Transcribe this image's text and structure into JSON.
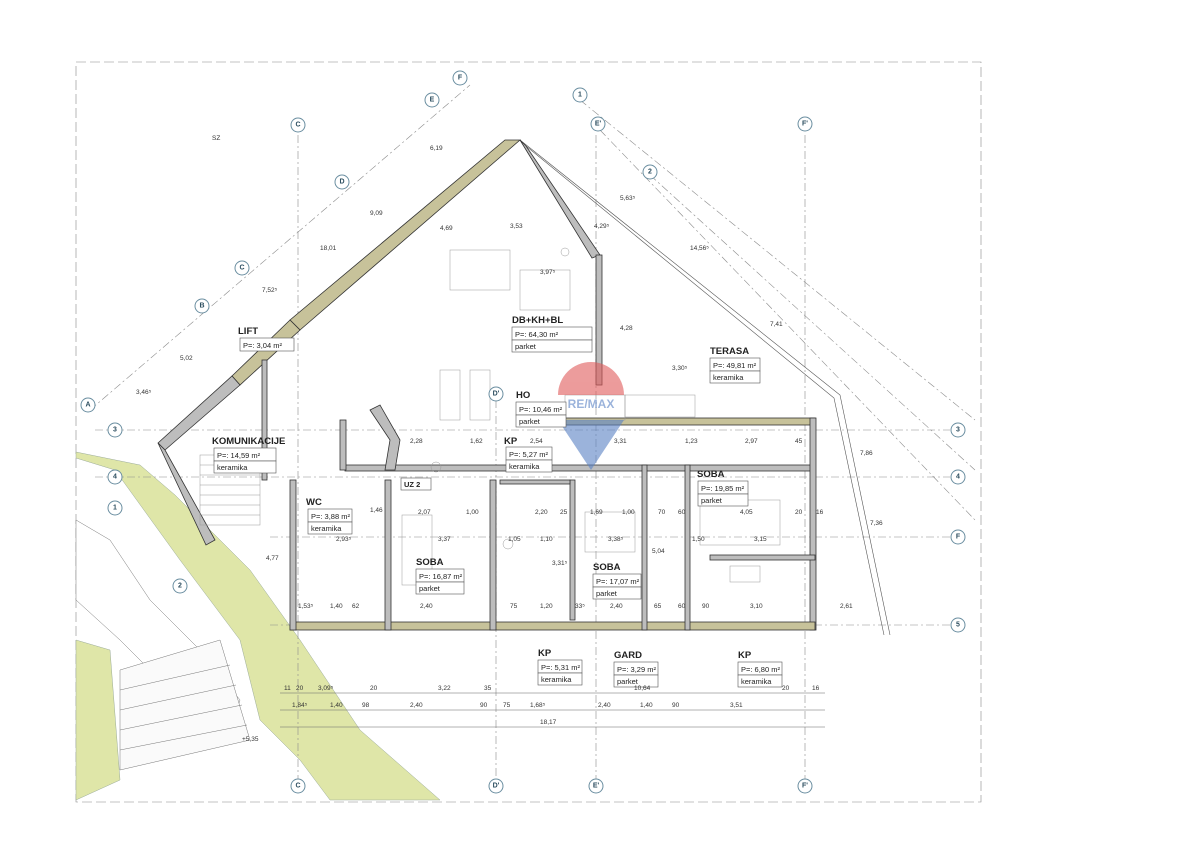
{
  "drawing": {
    "orientation_label": "SZ",
    "elevation_label": "+5,35",
    "watermark": "RE/MAX",
    "colors": {
      "terrain": "#dfe6a8",
      "wall": "#bdbdbd",
      "insulation": "#c7c29a",
      "grid_bubble": "#6a8ea0"
    }
  },
  "rooms": [
    {
      "name": "LIFT",
      "area": "P=: 3,04 m²",
      "floor": ""
    },
    {
      "name": "DB+KH+BL",
      "area": "P=: 64,30 m²",
      "floor": "parket"
    },
    {
      "name": "HO",
      "area": "P=: 10,46 m²",
      "floor": "parket"
    },
    {
      "name": "KP",
      "area": "P=: 5,27 m²",
      "floor": "keramika"
    },
    {
      "name": "KOMUNIKACIJE",
      "area": "P=: 14,59 m²",
      "floor": "keramika"
    },
    {
      "name": "TERASA",
      "area": "P=: 49,81 m²",
      "floor": "keramika"
    },
    {
      "name": "SOBA",
      "area": "P=: 19,85 m²",
      "floor": "parket"
    },
    {
      "name": "WC",
      "area": "P=: 3,88 m²",
      "floor": "keramika"
    },
    {
      "name": "SOBA",
      "area": "P=: 16,87 m²",
      "floor": "parket"
    },
    {
      "name": "SOBA",
      "area": "P=: 17,07 m²",
      "floor": "parket"
    },
    {
      "name": "KP",
      "area": "P=: 5,31 m²",
      "floor": "keramika"
    },
    {
      "name": "GARD",
      "area": "P=: 3,29 m²",
      "floor": "parket"
    },
    {
      "name": "KP",
      "area": "P=: 6,80 m²",
      "floor": "keramika"
    }
  ],
  "uz_label": "UZ 2",
  "grid_axes": {
    "top": [
      "F",
      "E",
      "C",
      "D",
      "C",
      "B",
      "A",
      "1",
      "E'",
      "F'",
      "2"
    ],
    "left": [
      "3",
      "4",
      "1",
      "2"
    ],
    "right": [
      "3",
      "4",
      "F",
      "5"
    ],
    "bottom": [
      "C",
      "D'",
      "E'",
      "F'"
    ],
    "interior": [
      "D'"
    ]
  },
  "dimensions": {
    "row1": [
      "11",
      "20",
      "3,09⁵",
      "20",
      "3,22",
      "35",
      "10,64",
      "20",
      "16"
    ],
    "row2": [
      "1,84⁵",
      "1,40",
      "98",
      "2,40",
      "90",
      "75",
      "1,68⁵",
      "2,40",
      "1,40",
      "90",
      "3,51"
    ],
    "row3": [
      "18,17"
    ],
    "interior": [
      "2,07",
      "1,00",
      "2,20",
      "25",
      "1,69",
      "1,00",
      "70",
      "60",
      "4,05",
      "20",
      "16",
      "2,93⁵",
      "3,37",
      "1,05",
      "1,10",
      "3,38⁵",
      "1,50",
      "3,15",
      "1,53⁵",
      "1,40",
      "62",
      "2,40",
      "75",
      "1,20",
      "33⁵",
      "2,40",
      "65",
      "60",
      "90",
      "3,10",
      "2,61",
      "2,28",
      "1,62",
      "2,54",
      "3,31",
      "1,23",
      "2,97",
      "45",
      "3,30⁵",
      "4,28",
      "7,41",
      "7,86",
      "7,36",
      "14,56⁵",
      "5,63⁵",
      "4,29⁵",
      "18,01",
      "9,09",
      "6,19",
      "4,69",
      "3,53",
      "3,97⁵",
      "5,02",
      "3,46⁵",
      "7,52⁵",
      "1,46",
      "5,04",
      "3,31⁵",
      "4,77"
    ]
  }
}
